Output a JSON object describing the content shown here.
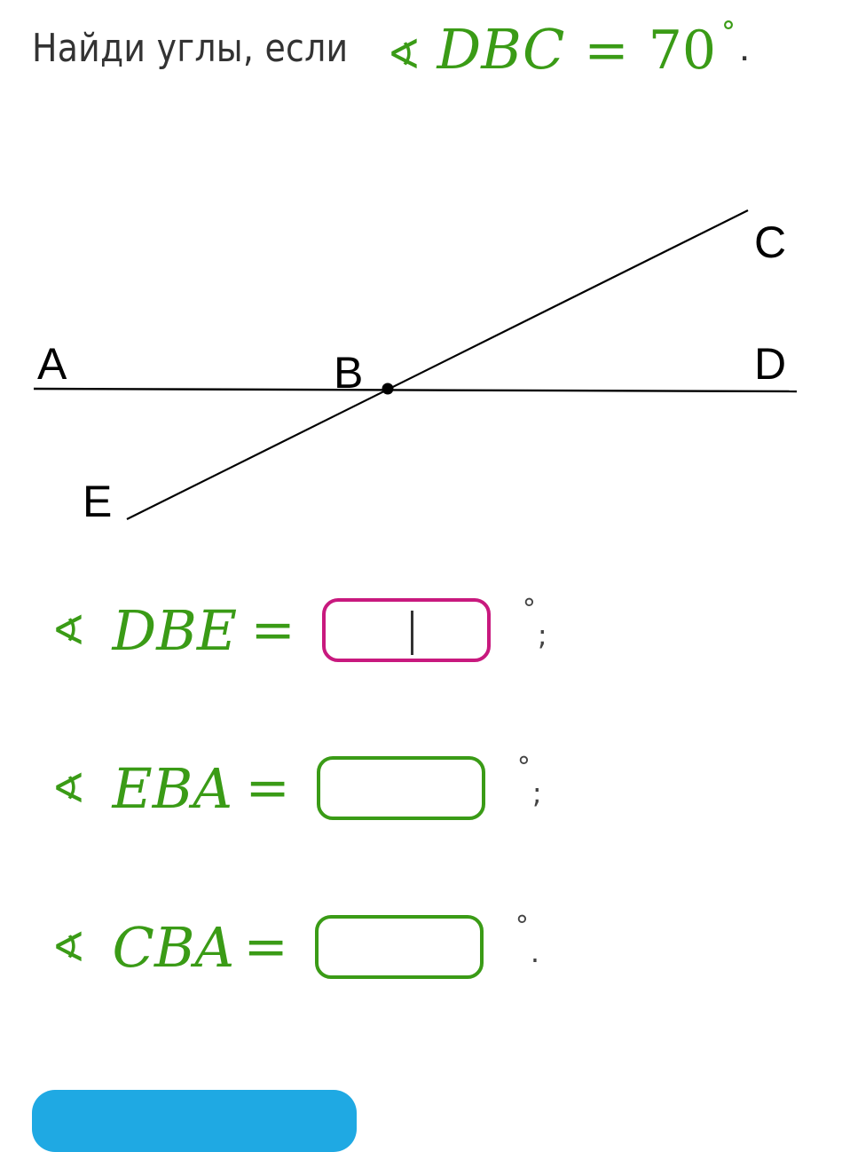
{
  "question": {
    "text": "Найди углы, если",
    "angle_symbol": "∢",
    "given_angle": "DBC",
    "equals": "=",
    "given_value": "70",
    "degree": "°",
    "end": "."
  },
  "diagram": {
    "labels": {
      "a": "A",
      "b": "B",
      "c": "C",
      "d": "D",
      "e": "E"
    }
  },
  "answers": [
    {
      "angle_symbol": "∢",
      "angle": "DBE",
      "equals": "=",
      "value": "",
      "degree": "°",
      "punct": ";"
    },
    {
      "angle_symbol": "∢",
      "angle": "EBA",
      "equals": "=",
      "value": "",
      "degree": "°",
      "punct": ";"
    },
    {
      "angle_symbol": "∢",
      "angle": "CBA",
      "equals": "=",
      "value": "",
      "degree": "°",
      "punct": "."
    }
  ],
  "colors": {
    "math_green": "#3a9b16",
    "active_border": "#c8197e",
    "button_blue": "#1fa9e3"
  }
}
